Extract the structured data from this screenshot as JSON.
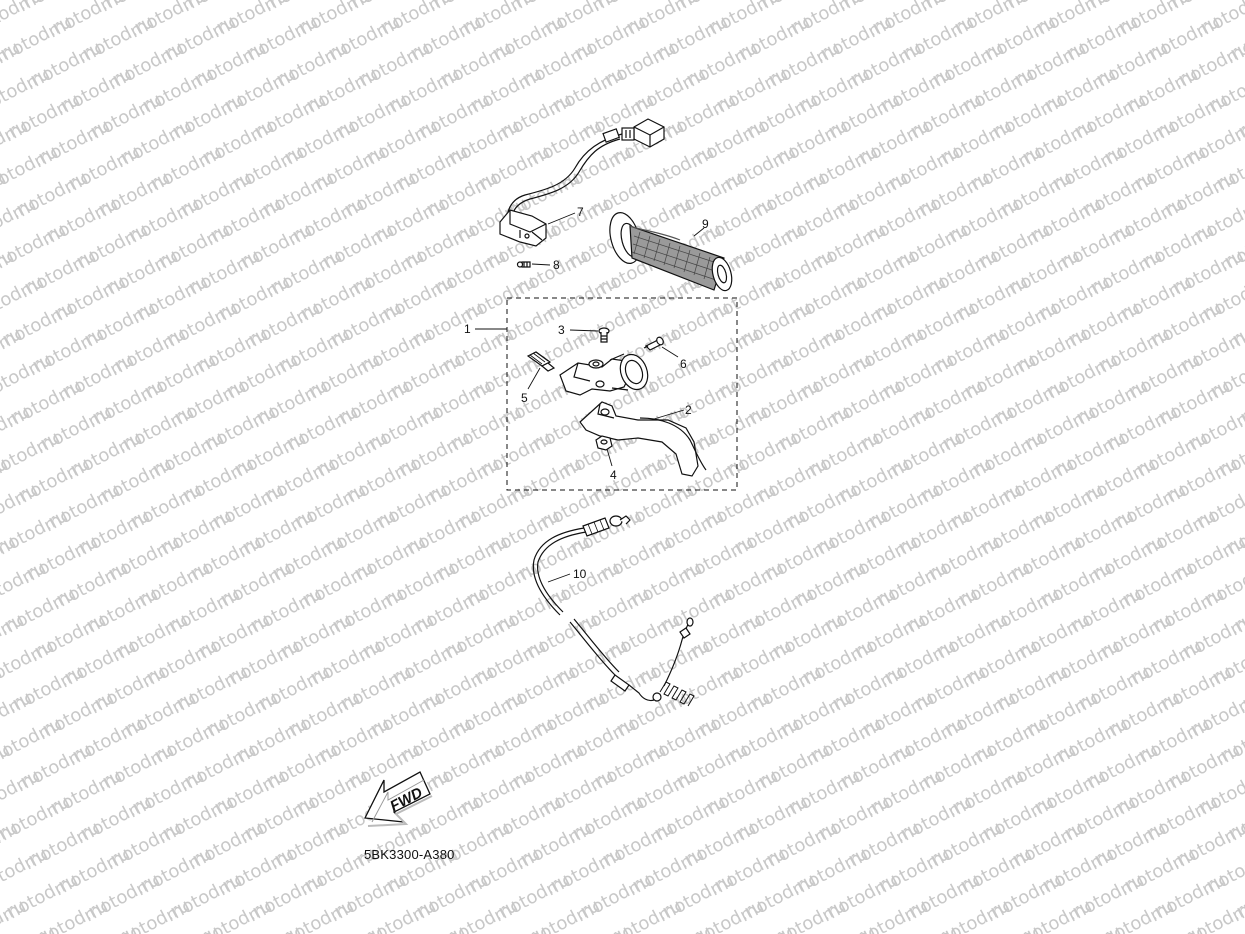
{
  "watermark": {
    "text": "motod.ru",
    "color": "#c8c8c8"
  },
  "diagram": {
    "part_code": "5BK3300-A380",
    "fwd_label": "FWD",
    "callouts": [
      {
        "id": "1",
        "label": "1"
      },
      {
        "id": "2",
        "label": "2"
      },
      {
        "id": "3",
        "label": "3"
      },
      {
        "id": "4",
        "label": "4"
      },
      {
        "id": "5",
        "label": "5"
      },
      {
        "id": "6",
        "label": "6"
      },
      {
        "id": "7",
        "label": "7"
      },
      {
        "id": "8",
        "label": "8"
      },
      {
        "id": "9",
        "label": "9"
      },
      {
        "id": "10",
        "label": "10"
      }
    ],
    "line_color": "#111111"
  }
}
